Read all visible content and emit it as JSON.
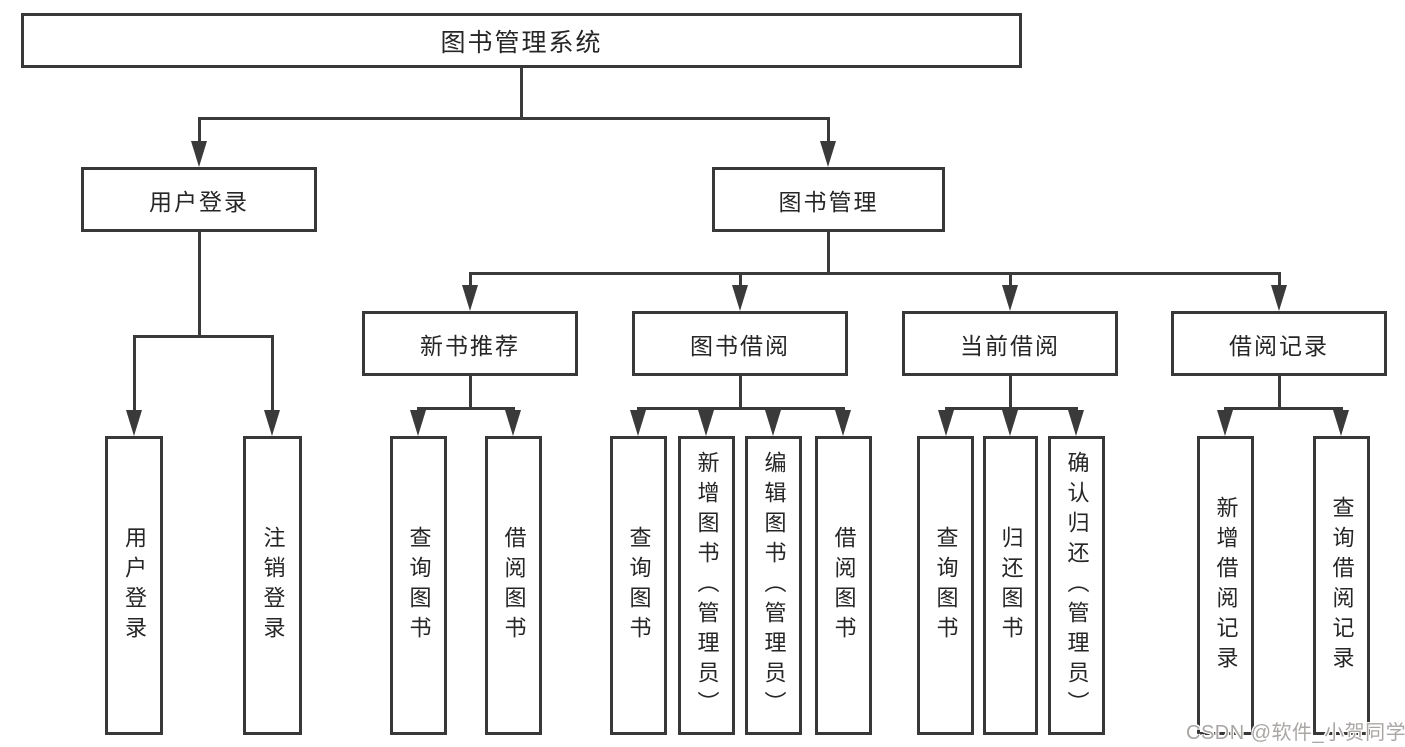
{
  "diagram": {
    "root": "图书管理系统",
    "branches": [
      {
        "label": "用户登录",
        "children": [
          "用户登录",
          "注销登录"
        ]
      },
      {
        "label": "图书管理",
        "children": [
          {
            "label": "新书推荐",
            "children": [
              "查询图书",
              "借阅图书"
            ]
          },
          {
            "label": "图书借阅",
            "children": [
              "查询图书",
              "新增图书（管理员）",
              "编辑图书（管理员）",
              "借阅图书"
            ]
          },
          {
            "label": "当前借阅",
            "children": [
              "查询图书",
              "归还图书",
              "确认归还（管理员）"
            ]
          },
          {
            "label": "借阅记录",
            "children": [
              "新增借阅记录",
              "查询借阅记录"
            ]
          }
        ]
      }
    ]
  },
  "watermark": {
    "text": "CSDN @软件_小贺同学"
  },
  "colors": {
    "line": "#3a3a3a",
    "box_border": "#383838",
    "text": "#262626",
    "watermark": "#aaa6a4",
    "background": "#ffffff"
  }
}
